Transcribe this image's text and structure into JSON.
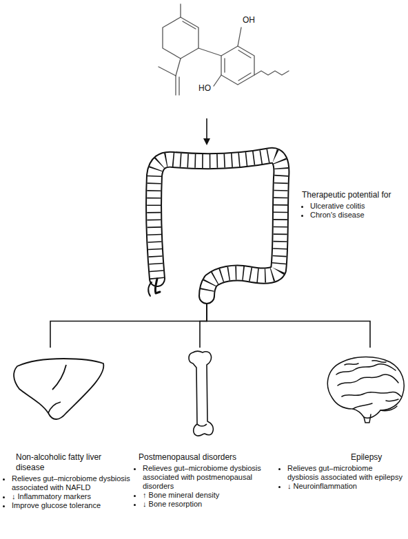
{
  "diagram": {
    "nodes": [
      {
        "text": [
          "OH",
          "HO"
        ]
      },
      {
        "text": [
          "Therapeutic potential for",
          "Ulcerative colitis",
          "Chron's disease"
        ]
      },
      {
        "text": [
          "Non-alcoholic fatty liver disease",
          "Relieves gut–microbiome dysbiosis associated with NAFLD",
          "↓ Inflammatory markers",
          "Improve glucose tolerance"
        ]
      },
      {
        "text": [
          "Postmenopausal disorders",
          "Relieves gut–microbiome dysbiosis associated with postmenopausal disorders",
          "↑ Bone mineral density",
          "↓ Bone resorption"
        ]
      },
      {
        "text": [
          "Epilepsy",
          "Relieves gut–microbiome dysbiosis associated with epilepsy",
          "↓ Neuroinflammation"
        ]
      }
    ],
    "edges": [
      {
        "from": 0,
        "to": 1,
        "arrow": "to"
      },
      {
        "from": 1,
        "to": 2,
        "arrow": "none"
      },
      {
        "from": 1,
        "to": 3,
        "arrow": "none"
      },
      {
        "from": 1,
        "to": 4,
        "arrow": "none"
      }
    ]
  }
}
